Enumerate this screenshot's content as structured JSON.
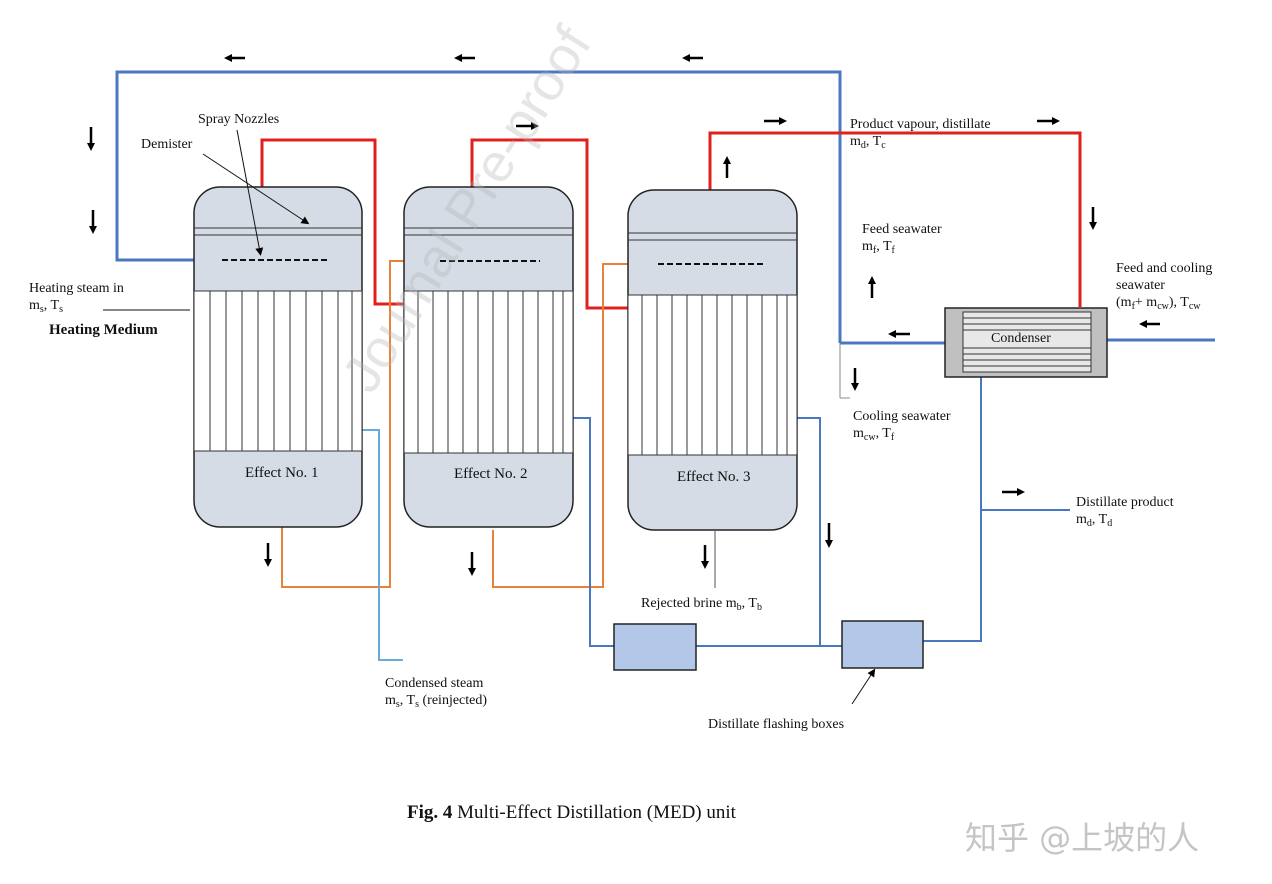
{
  "figure": {
    "caption_bold": "Fig. 4",
    "caption_rest": " Multi-Effect Distillation (MED) unit",
    "watermark": "Journal Pre-proof",
    "site_watermark": "知乎 @上坡的人"
  },
  "labels": {
    "spray_nozzles": "Spray Nozzles",
    "demister": "Demister",
    "heating_steam_1": "Heating steam in",
    "heating_steam_2_m": "m",
    "heating_steam_2_ms": "s",
    "heating_steam_2_t": ", T",
    "heating_steam_2_ts": "s",
    "heating_medium": "Heating Medium",
    "effect1": "Effect No. 1",
    "effect2": "Effect No. 2",
    "effect3": "Effect  No. 3",
    "product_vapour": "Product vapour, distillate",
    "product_vapour_m": "m",
    "product_vapour_ms": "d",
    "product_vapour_t": ", T",
    "product_vapour_ts": "c",
    "feed_seawater": "Feed seawater",
    "feed_seawater_m": "m",
    "feed_seawater_ms": "f",
    "feed_seawater_t": ", T",
    "feed_seawater_ts": "f",
    "feed_cooling_1": "Feed and cooling",
    "feed_cooling_2": "seawater",
    "feed_cooling_3a": "(m",
    "feed_cooling_3as": "f",
    "feed_cooling_3b": "+ m",
    "feed_cooling_3bs": "cw",
    "feed_cooling_3c": "), T",
    "feed_cooling_3cs": "cw",
    "condenser": "Condenser",
    "cooling_seawater": "Cooling seawater",
    "cooling_seawater_m": "m",
    "cooling_seawater_ms": "cw",
    "cooling_seawater_t": ", T",
    "cooling_seawater_ts": "f",
    "distillate_product": "Distillate product",
    "distillate_product_m": "m",
    "distillate_product_ms": "d",
    "distillate_product_t": ", T",
    "distillate_product_ts": "d",
    "rejected_brine_a": "Rejected brine m",
    "rejected_brine_as": "b",
    "rejected_brine_b": ", T",
    "rejected_brine_bs": "b",
    "condensed_steam_1": "Condensed steam",
    "condensed_steam_2a": "m",
    "condensed_steam_2as": "s",
    "condensed_steam_2b": ", T",
    "condensed_steam_2bs": "s",
    "condensed_steam_2c": " (reinjected)",
    "flashing_boxes": "Distillate flashing boxes"
  },
  "colors": {
    "vapour": "#e0201c",
    "seawater": "#4a78c0",
    "condensate": "#e8823a",
    "steam_return": "#6aaad8",
    "vessel_fill": "#d5dce6",
    "box_fill": "#b3c8e8",
    "condenser_fill": "#c0c0c0"
  }
}
